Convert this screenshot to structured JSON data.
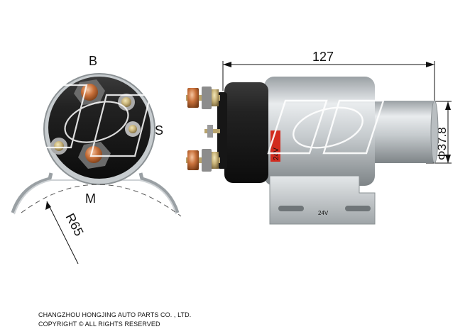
{
  "end_view": {
    "terminal_b": "B",
    "terminal_s": "S",
    "terminal_m": "M",
    "radius_label": "R65"
  },
  "side_view": {
    "length_label": "127",
    "diameter_label": "Φ37.8",
    "coil_label": "24V",
    "bracket_label": "24V"
  },
  "footer": {
    "company": "CHANGZHOU HONGJING AUTO PARTS CO. , LTD.",
    "copyright": "COPYRIGHT © ALL RIGHTS RESERVED"
  },
  "colors": {
    "housing_dark": "#1c1c1c",
    "metal_silver": "#c9cdd0",
    "copper": "#c8703a",
    "coil_label_red": "#d22a1e"
  }
}
